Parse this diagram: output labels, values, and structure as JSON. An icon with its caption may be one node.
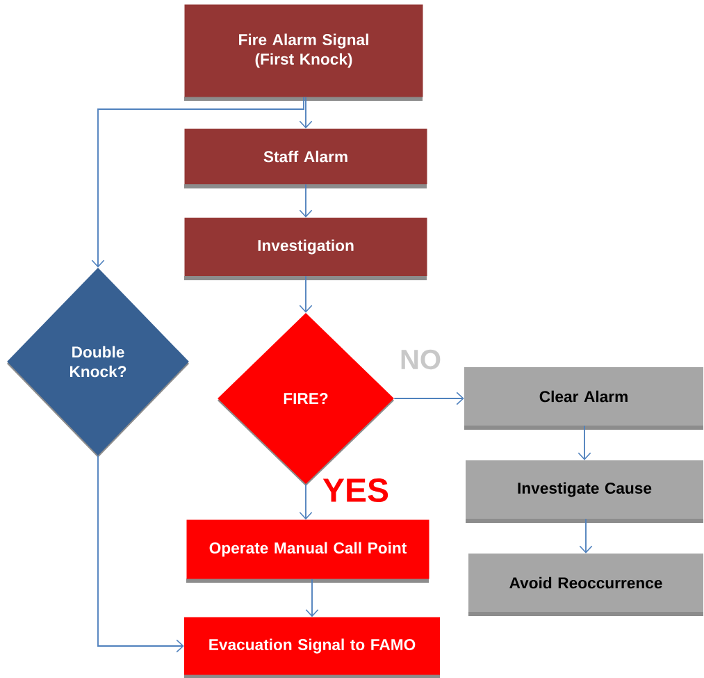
{
  "diagram": {
    "nodes": [
      {
        "text": [
          "Fire Alarm Signal (First Knock)"
        ]
      },
      {
        "text": [
          "Staff Alarm"
        ]
      },
      {
        "text": [
          "Investigation"
        ]
      },
      {
        "text": [
          "Double Knock?"
        ]
      },
      {
        "text": [
          "FIRE?"
        ]
      },
      {
        "text": [
          "Clear Alarm"
        ]
      },
      {
        "text": [
          "Investigate Cause"
        ]
      },
      {
        "text": [
          "Avoid Reoccurrence"
        ]
      },
      {
        "text": [
          "Operate Manual Call Point"
        ]
      },
      {
        "text": [
          "Evacuation Signal to FAMO"
        ]
      }
    ],
    "edges": [
      {
        "from": 0,
        "to": 1,
        "arrow": "to"
      },
      {
        "from": 0,
        "to": 3,
        "arrow": "to"
      },
      {
        "from": 1,
        "to": 2,
        "arrow": "to"
      },
      {
        "from": 2,
        "to": 4,
        "arrow": "to"
      },
      {
        "from": 4,
        "to": 5,
        "arrow": "to",
        "label": "NO"
      },
      {
        "from": 4,
        "to": 8,
        "arrow": "to",
        "label": "YES"
      },
      {
        "from": 5,
        "to": 6,
        "arrow": "to"
      },
      {
        "from": 6,
        "to": 7,
        "arrow": "to"
      },
      {
        "from": 8,
        "to": 9,
        "arrow": "to"
      },
      {
        "from": 3,
        "to": 9,
        "arrow": "to"
      }
    ]
  }
}
